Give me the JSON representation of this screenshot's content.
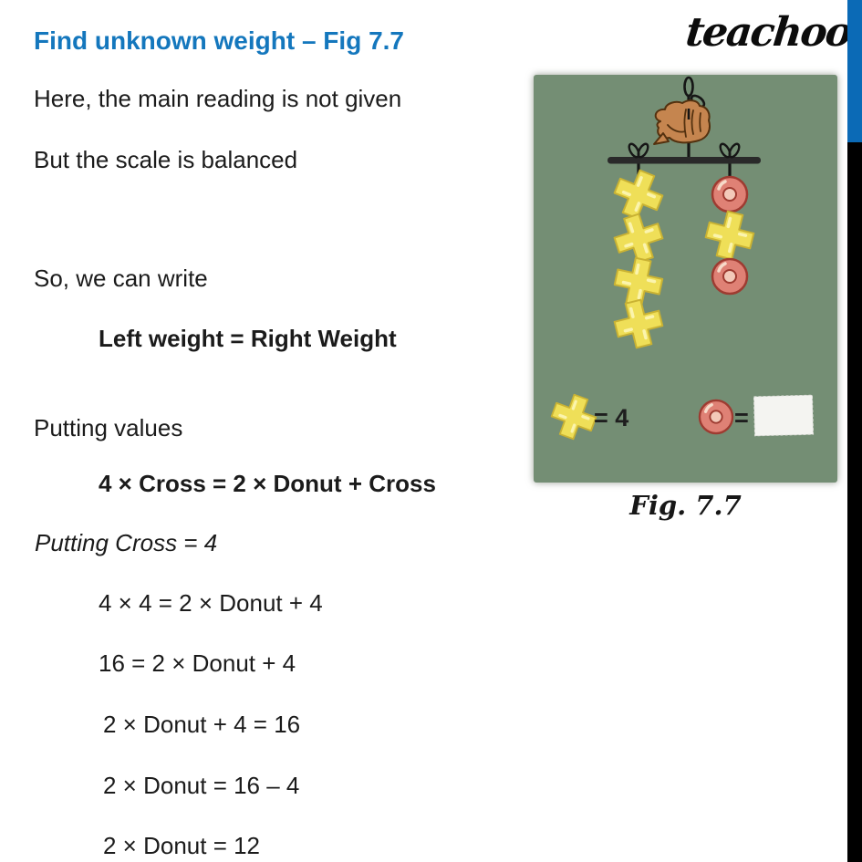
{
  "header": {
    "title": "Find unknown weight – Fig 7.7",
    "brand": "teachoo"
  },
  "solution": {
    "lines": [
      "Here, the main reading is not given",
      "But the scale is balanced",
      "So, we can write",
      "Left weight = Right Weight",
      "Putting values",
      "4 × Cross = 2 × Donut + Cross",
      "Putting Cross = 4",
      "4 × 4 = 2 × Donut + 4",
      "16 = 2 × Donut + 4",
      "2 × Donut + 4 = 16",
      "2 × Donut = 16 – 4",
      "2 × Donut = 12"
    ]
  },
  "figure": {
    "caption": "Fig. 7.7",
    "legend": {
      "cross_value": "= 4",
      "donut_equals": "="
    },
    "left_pan": {
      "crosses": 4
    },
    "right_pan": {
      "items": [
        "donut",
        "cross",
        "donut"
      ]
    },
    "answer_box_value": "",
    "colors": {
      "board_green": "#748e74",
      "cross_yellow": "#efdf58",
      "donut_red": "#df8175",
      "title_blue": "#1477bd",
      "sidebar_blue": "#0b6ab6",
      "sidebar_black": "#000000"
    }
  }
}
